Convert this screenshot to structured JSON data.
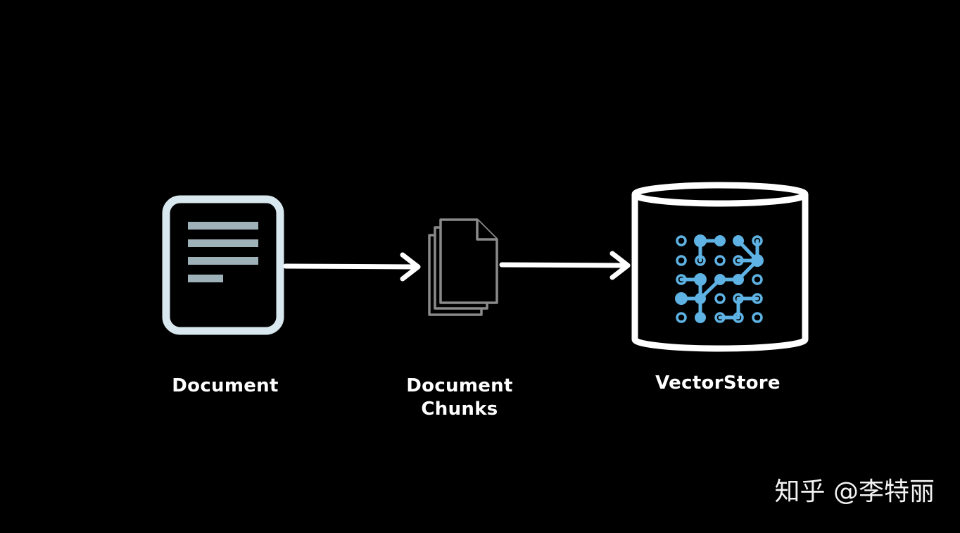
{
  "nodes": {
    "document": {
      "label": "Document"
    },
    "chunks": {
      "label_line1": "Document",
      "label_line2": "Chunks"
    },
    "vectorstore": {
      "label": "VectorStore"
    }
  },
  "watermark": "知乎 @李特丽",
  "colors": {
    "background": "#000000",
    "document_frame": "#d8e8ee",
    "document_lines": "#9fb1b8",
    "chunks_outline": "#8a8a8a",
    "arrow": "#ffffff",
    "database": "#ffffff",
    "vector_nodes": "#5eb3e4"
  },
  "icons": {
    "document": "document-icon",
    "chunks": "stacked-pages-icon",
    "vectorstore": "database-cylinder-icon",
    "embeddings": "vector-network-icon"
  }
}
